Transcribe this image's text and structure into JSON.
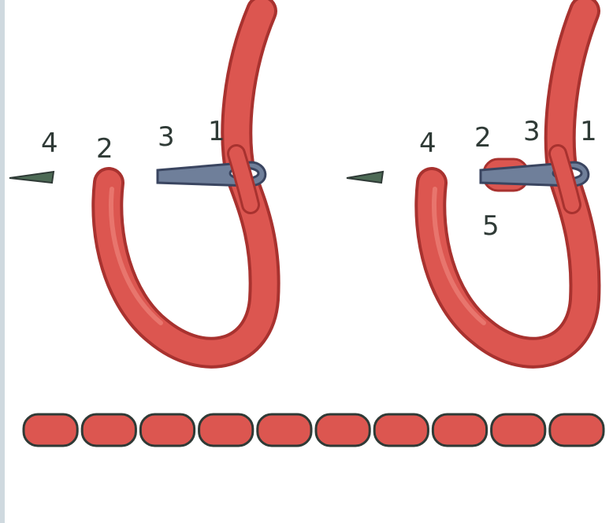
{
  "colors": {
    "thread": "#dc5650",
    "thread_dark": "#a8322f",
    "thread_light": "#f08a80",
    "needle": "#6f7f9a",
    "needle_dark": "#3a4560",
    "needle_mark": "#4d6a55",
    "ink": "#2f3a36"
  },
  "step1": {
    "labels": [
      "4",
      "2",
      "3",
      "1"
    ],
    "icons": [
      "needle-mark-icon",
      "needle-icon",
      "thread-loop-icon"
    ]
  },
  "step2": {
    "labels": [
      "4",
      "2",
      "3",
      "1",
      "5"
    ],
    "icons": [
      "needle-mark-icon",
      "needle-icon",
      "thread-loop-icon"
    ]
  },
  "stitch_row": {
    "count": 10,
    "icon": "stitch-icon"
  }
}
